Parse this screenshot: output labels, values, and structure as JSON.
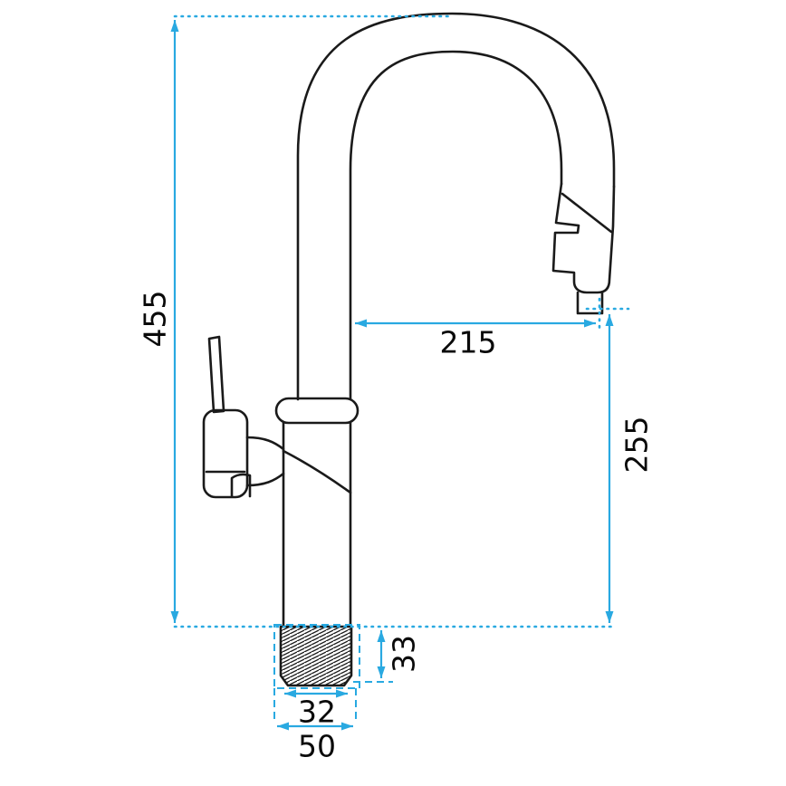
{
  "labels": {
    "total_height": "455",
    "spout_reach": "215",
    "outlet_height": "255",
    "thread_length": "33",
    "thread_width": "32",
    "base_width": "50"
  },
  "colors": {
    "dimension_lines": "#29a9e1",
    "drawing_lines": "#1a1a1a",
    "background": "#ffffff"
  }
}
